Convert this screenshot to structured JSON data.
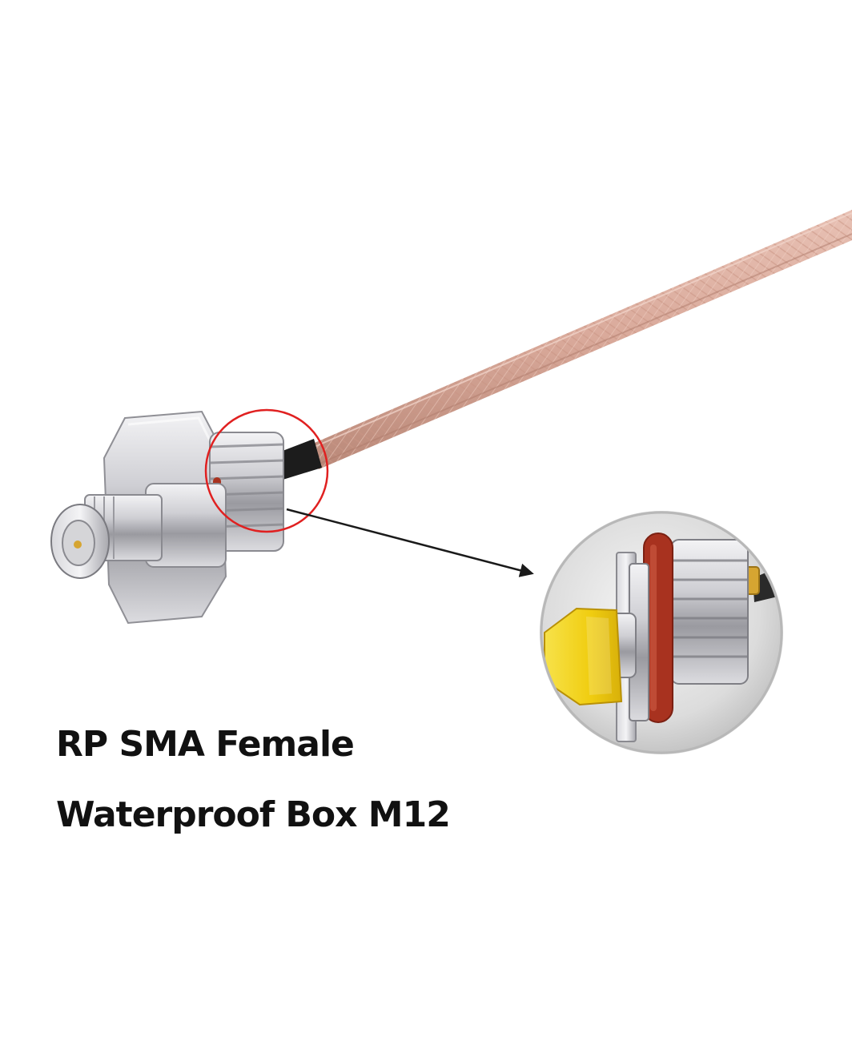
{
  "caption": {
    "line1": "RP SMA Female",
    "line2": "Waterproof Box M12"
  },
  "colors": {
    "background": "#ffffff",
    "cable_braid": "#d9a99a",
    "cable_shadow": "#b98878",
    "jacket_black": "#1c1c1c",
    "metal_light": "#e4e4e6",
    "metal_mid": "#b9b9be",
    "metal_dark": "#7a7a80",
    "highlight_circle": "#e02020",
    "o_ring": "#a8321f",
    "dust_cap": "#f2d21a",
    "arrow": "#1a1a1a",
    "text": "#111111"
  },
  "objects": {
    "cable": "rg178-braided-cable",
    "connector": "rp-sma-female-bulkhead-connector",
    "callout": "highlight-circle",
    "pointer": "arrow",
    "detail": "magnified-o-ring-detail"
  }
}
